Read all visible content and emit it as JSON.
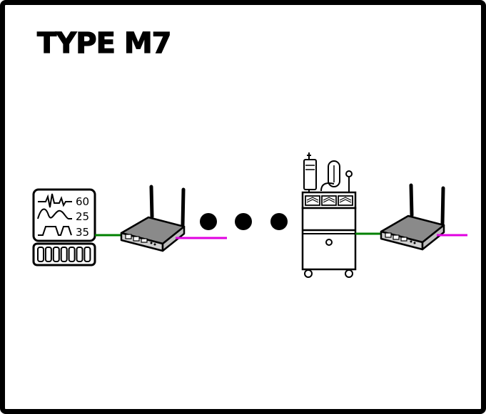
{
  "title": "TYPE M7",
  "monitor": {
    "vitals": [
      {
        "label": "60",
        "icon": "ecg-waveform-icon"
      },
      {
        "label": "25",
        "icon": "respiration-waveform-icon"
      },
      {
        "label": "35",
        "icon": "capnography-waveform-icon"
      }
    ],
    "keypad_keys": 7
  },
  "colors": {
    "wired_link": "#008000",
    "wireless_link": "#e000e0",
    "outline": "#000000",
    "router_body": "#d0d0d0",
    "router_top": "#8a8a8a"
  },
  "ellipsis_dots": 3
}
